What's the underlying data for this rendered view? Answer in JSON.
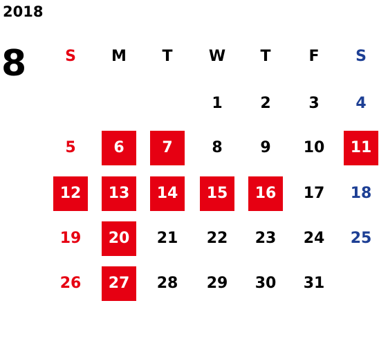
{
  "calendar": {
    "year": "2018",
    "month": "8",
    "weekdays": [
      {
        "label": "S",
        "color": "#e60012"
      },
      {
        "label": "M",
        "color": "#000000"
      },
      {
        "label": "T",
        "color": "#000000"
      },
      {
        "label": "W",
        "color": "#000000"
      },
      {
        "label": "T",
        "color": "#000000"
      },
      {
        "label": "F",
        "color": "#000000"
      },
      {
        "label": "S",
        "color": "#1d3f94"
      }
    ],
    "colors": {
      "sunday": "#e60012",
      "saturday": "#1d3f94",
      "weekday": "#000000",
      "highlight_bg": "#e60012",
      "highlight_text": "#ffffff"
    },
    "weeks": [
      [
        "",
        "",
        "",
        "1",
        "2",
        "3",
        "4"
      ],
      [
        "5",
        "6",
        "7",
        "8",
        "9",
        "10",
        "11"
      ],
      [
        "12",
        "13",
        "14",
        "15",
        "16",
        "17",
        "18"
      ],
      [
        "19",
        "20",
        "21",
        "22",
        "23",
        "24",
        "25"
      ],
      [
        "26",
        "27",
        "28",
        "29",
        "30",
        "31",
        ""
      ]
    ],
    "highlighted_days": [
      "6",
      "7",
      "11",
      "12",
      "13",
      "14",
      "15",
      "16",
      "20",
      "27"
    ]
  }
}
